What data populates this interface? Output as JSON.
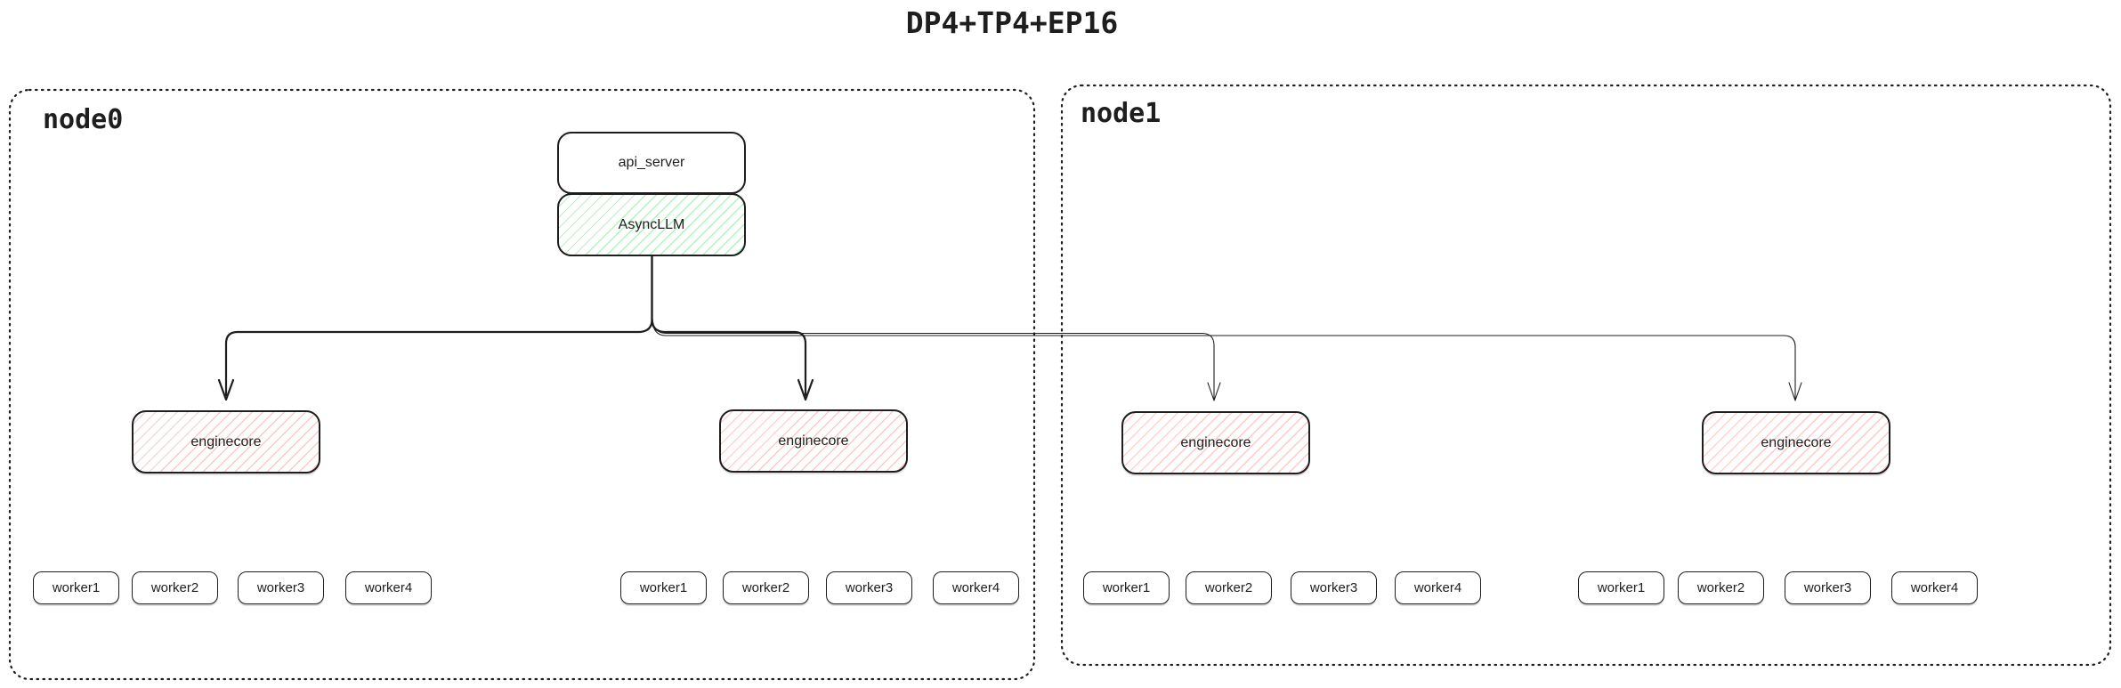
{
  "title": "DP4+TP4+EP16",
  "colors": {
    "stroke": "#1e1e1e",
    "green_hatch": "#b2f2bb",
    "red_hatch": "#ffc9c9"
  },
  "nodes": [
    {
      "label": "node0",
      "api_server": {
        "label": "api_server"
      },
      "async_llm": {
        "label": "AsyncLLM"
      },
      "enginecores": [
        {
          "label": "enginecore",
          "workers": [
            "worker1",
            "worker2",
            "worker3",
            "worker4"
          ]
        },
        {
          "label": "enginecore",
          "workers": [
            "worker1",
            "worker2",
            "worker3",
            "worker4"
          ]
        }
      ]
    },
    {
      "label": "node1",
      "enginecores": [
        {
          "label": "enginecore",
          "workers": [
            "worker1",
            "worker2",
            "worker3",
            "worker4"
          ]
        },
        {
          "label": "enginecore",
          "workers": [
            "worker1",
            "worker2",
            "worker3",
            "worker4"
          ]
        }
      ]
    }
  ]
}
